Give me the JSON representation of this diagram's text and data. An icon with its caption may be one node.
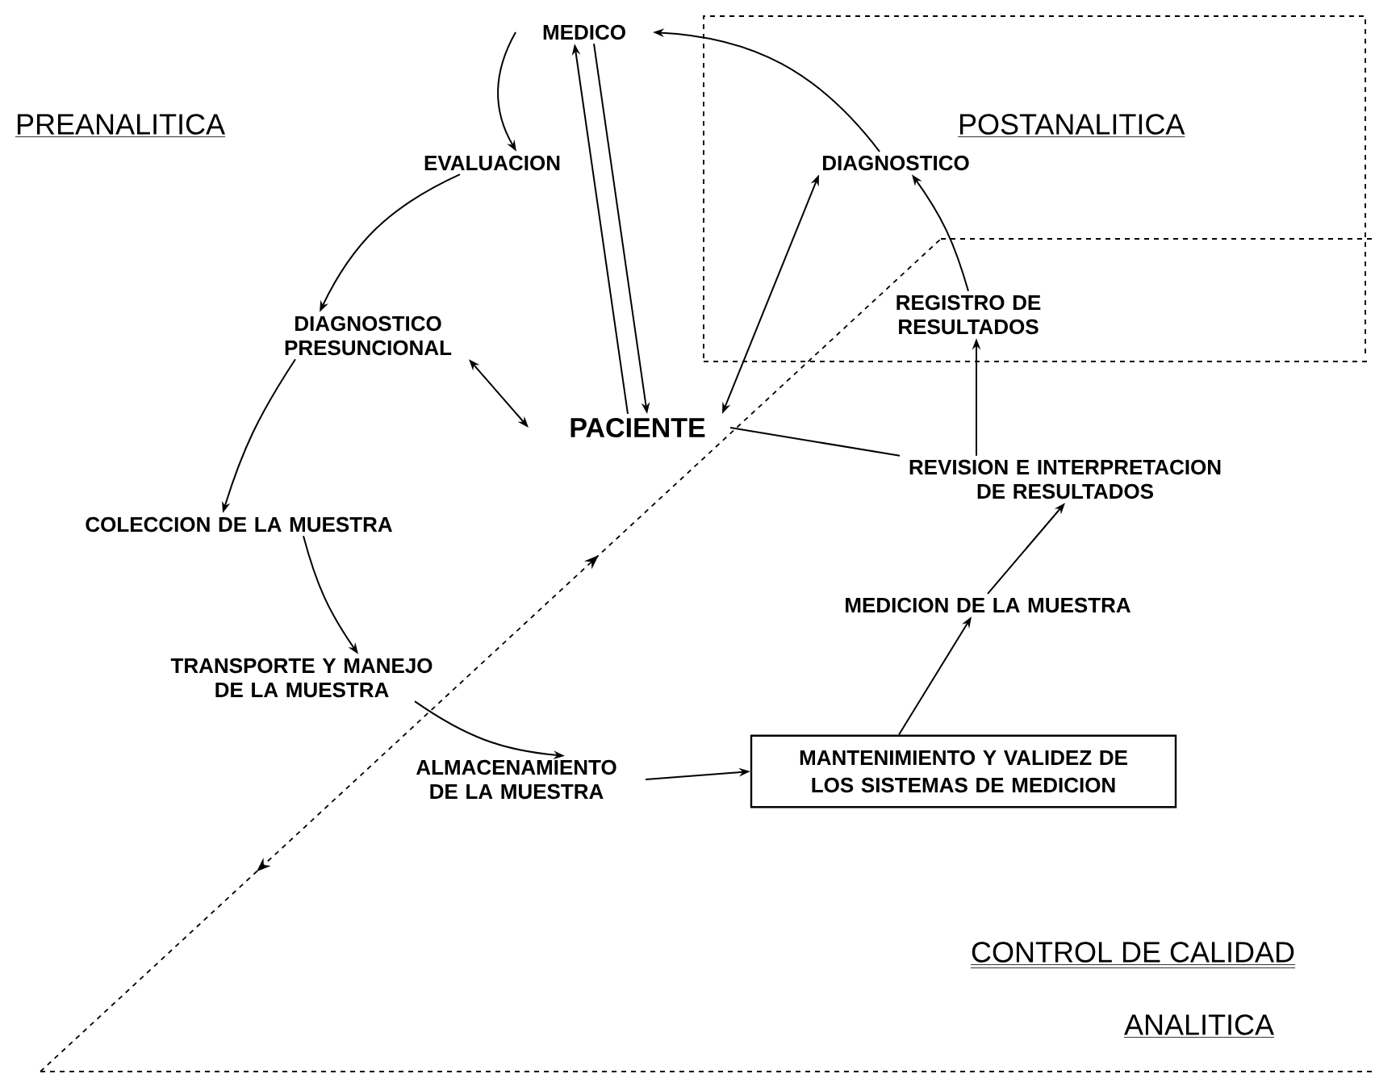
{
  "diagram": {
    "nodes": [
      {
        "text": [
          "MEDICO"
        ]
      },
      {
        "text": [
          "EVALUACION"
        ]
      },
      {
        "text": [
          "DIAGNOSTICO"
        ]
      },
      {
        "text": [
          "DIAGNOSTICO PRESUNCIONAL"
        ]
      },
      {
        "text": [
          "PACIENTE"
        ]
      },
      {
        "text": [
          "REGISTRO DE RESULTADOS"
        ]
      },
      {
        "text": [
          "REVISION E INTERPRETACION DE RESULTADOS"
        ]
      },
      {
        "text": [
          "COLECCION DE LA MUESTRA"
        ]
      },
      {
        "text": [
          "MEDICION DE LA MUESTRA"
        ]
      },
      {
        "text": [
          "TRANSPORTE Y MANEJO DE LA MUESTRA"
        ]
      },
      {
        "text": [
          "MANTENIMIENTO Y VALIDEZ DE LOS SISTEMAS DE MEDICION"
        ]
      },
      {
        "text": [
          "ALMACENAMIENTO DE LA MUESTRA"
        ]
      }
    ],
    "edges": [
      {
        "from": 0,
        "to": 1,
        "arrow": "to"
      },
      {
        "from": 1,
        "to": 3,
        "arrow": "to"
      },
      {
        "from": 3,
        "to": 4,
        "arrow": "both"
      },
      {
        "from": 4,
        "to": 0,
        "arrow": "to"
      },
      {
        "from": 0,
        "to": 4,
        "arrow": "to"
      },
      {
        "from": 4,
        "to": 2,
        "arrow": "both"
      },
      {
        "from": 2,
        "to": 0,
        "arrow": "to"
      },
      {
        "from": 5,
        "to": 2,
        "arrow": "to"
      },
      {
        "from": 6,
        "to": 5,
        "arrow": "to"
      },
      {
        "from": 6,
        "to": 4,
        "arrow": "none"
      },
      {
        "from": 8,
        "to": 6,
        "arrow": "to"
      },
      {
        "from": 10,
        "to": 8,
        "arrow": "to"
      },
      {
        "from": 11,
        "to": 10,
        "arrow": "to"
      },
      {
        "from": 3,
        "to": 7,
        "arrow": "to"
      },
      {
        "from": 7,
        "to": 9,
        "arrow": "to"
      },
      {
        "from": 9,
        "to": 11,
        "arrow": "to"
      }
    ],
    "labels": [
      "PREANALITICA",
      "POSTANALITICA",
      "CONTROL DE CALIDAD",
      "ANALITICA"
    ]
  }
}
